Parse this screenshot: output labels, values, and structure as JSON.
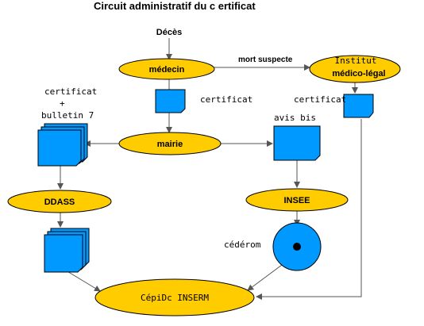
{
  "title": "Circuit administratif du c        ertificat",
  "nodes": {
    "deces": "Décès",
    "medecin": "médecin",
    "institut_line1": "Institut",
    "institut_line2": "médico-légal",
    "mairie": "mairie",
    "ddass": "DDASS",
    "insee": "INSEE",
    "cepidc": "CépiDc INSERM"
  },
  "labels": {
    "mort_suspecte": "mort suspecte",
    "certificat_left_1": "certificat",
    "certificat_left_2": "+",
    "certificat_left_3": "bulletin 7",
    "certificat_middle": "certificat",
    "certificat_right": "certificat",
    "avis_bis": "avis bis",
    "cederom": "cédérom"
  },
  "colors": {
    "node_fill": "#ffcc00",
    "document_fill": "#0099ff",
    "disc_fill": "#0099ff"
  }
}
